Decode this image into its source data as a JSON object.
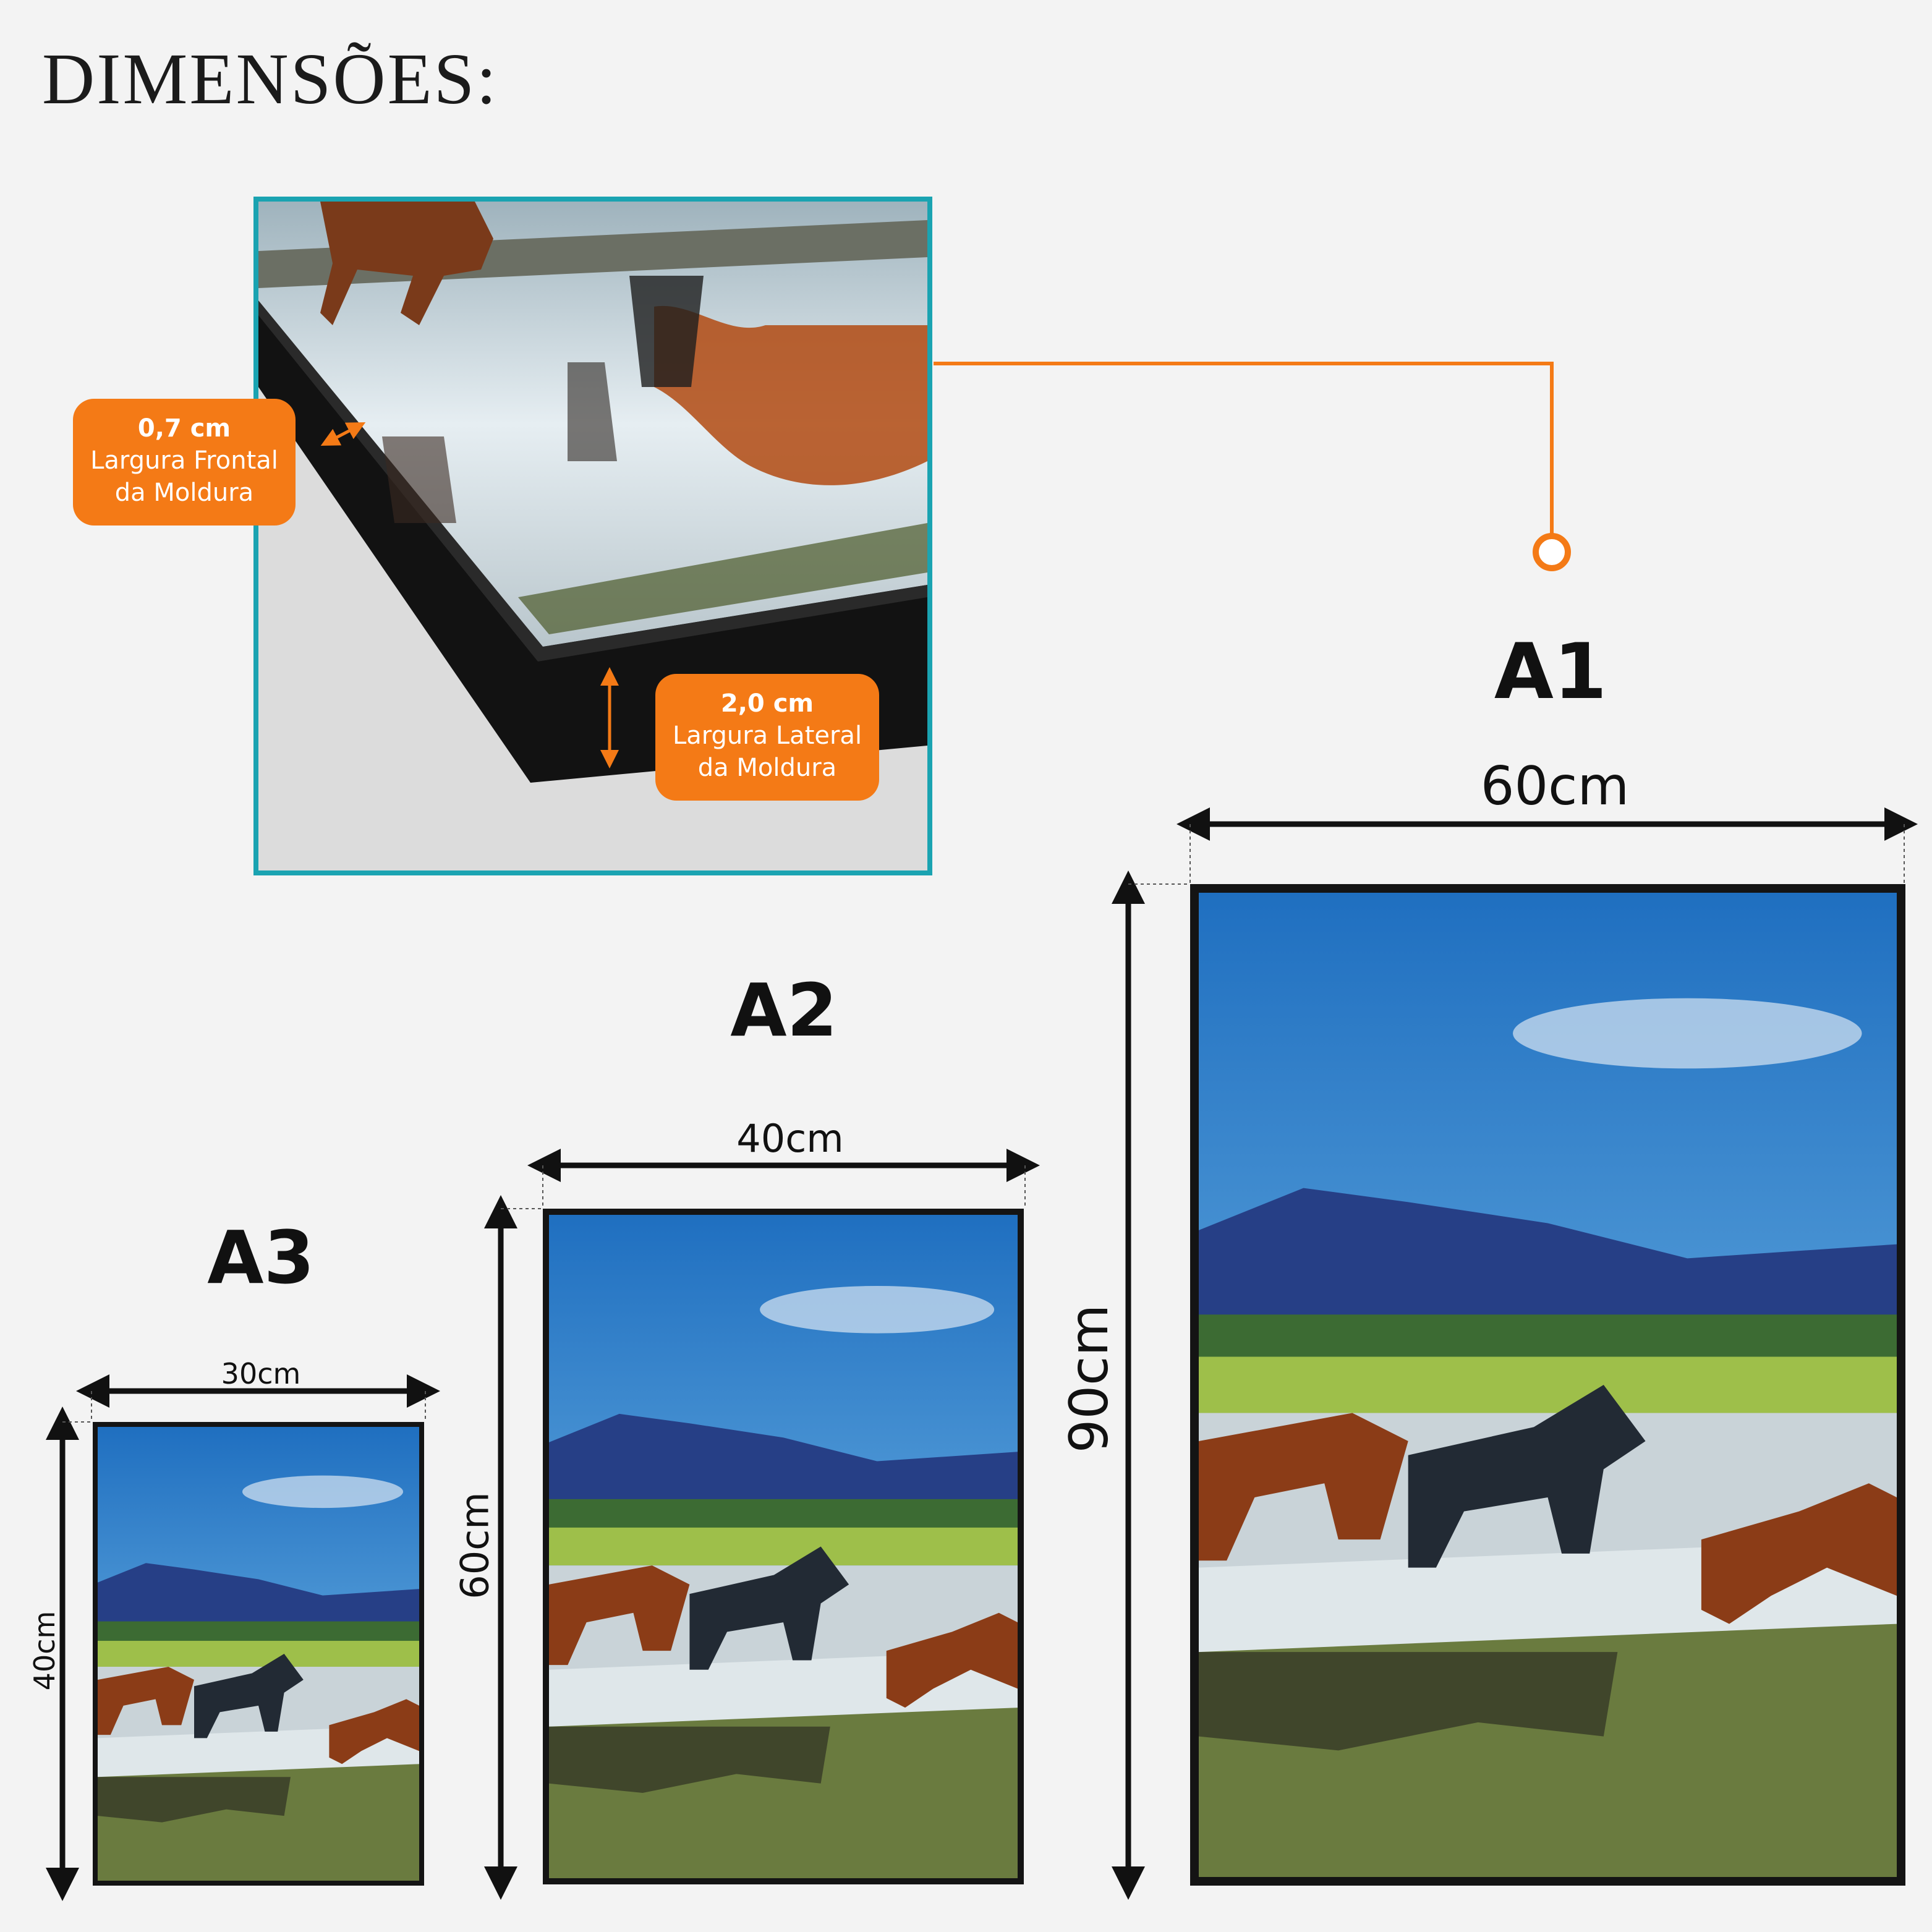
{
  "title": "DIMENSÕES:",
  "detail": {
    "front_width": {
      "value": "0,7 cm",
      "line1": "Largura Frontal",
      "line2": "da Moldura"
    },
    "side_width": {
      "value": "2,0 cm",
      "line1": "Largura Lateral",
      "line2": "da Moldura"
    }
  },
  "sizes": [
    {
      "name": "A3",
      "width": "30cm",
      "height": "40cm"
    },
    {
      "name": "A2",
      "width": "40cm",
      "height": "60cm"
    },
    {
      "name": "A1",
      "width": "60cm",
      "height": "90cm"
    }
  ],
  "colors": {
    "background": "#f3f3f3",
    "accent_orange": "#f47a16",
    "detail_border": "#1aa3b1",
    "frame": "#141414"
  }
}
